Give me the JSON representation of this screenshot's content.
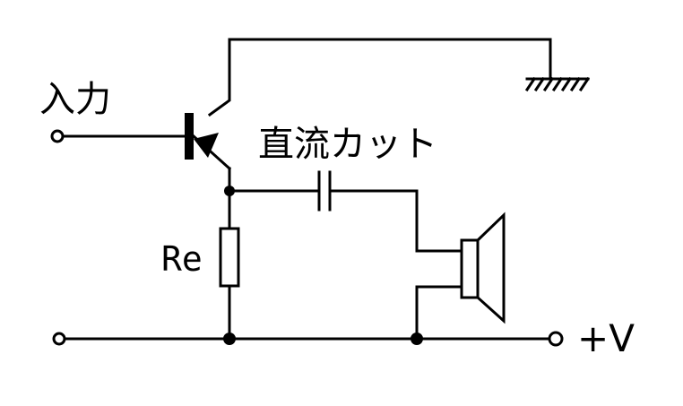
{
  "labels": {
    "input": "入力",
    "dc_cut": "直流カット",
    "resistor": "Re",
    "supply": "+V"
  }
}
